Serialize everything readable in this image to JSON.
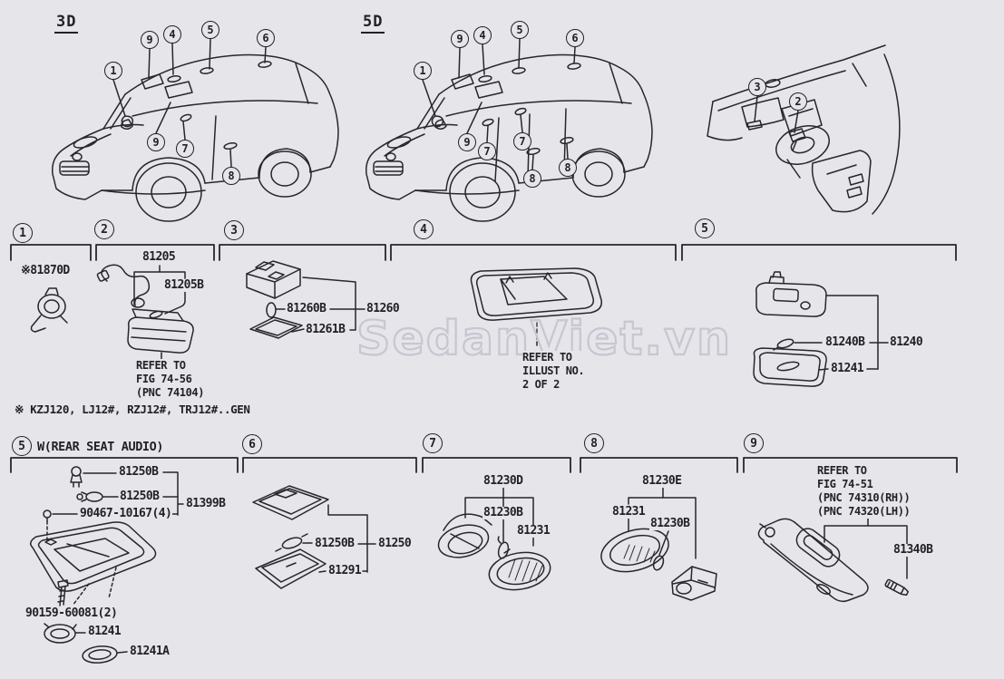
{
  "watermark": "SedanViet.vn",
  "footnote": "※ KZJ120, LJ12#, RZJ12#, TRJ12#..GEN",
  "views": {
    "v3d": {
      "label": "3D",
      "callouts": [
        "9",
        "4",
        "5",
        "6",
        "1",
        "9",
        "7",
        "8"
      ]
    },
    "v5d": {
      "label": "5D",
      "callouts": [
        "9",
        "4",
        "5",
        "6",
        "1",
        "9",
        "7",
        "7",
        "8",
        "8"
      ]
    },
    "dash": {
      "callouts": [
        "3",
        "2"
      ]
    }
  },
  "row1": {
    "s1": {
      "num": "1",
      "part_81870d": "※81870D"
    },
    "s2": {
      "num": "2",
      "part_81205": "81205",
      "part_81205b": "81205B",
      "refer": [
        "REFER TO",
        "FIG 74-56",
        "(PNC 74104)"
      ]
    },
    "s3": {
      "num": "3",
      "part_81260b": "81260B",
      "part_81260": "81260",
      "part_81261b": "81261B"
    },
    "s4": {
      "num": "4",
      "refer": [
        "REFER TO",
        "ILLUST NO.",
        "2 OF 2"
      ]
    },
    "s5": {
      "num": "5",
      "part_81240b": "81240B",
      "part_81240": "81240",
      "part_81241": "81241"
    }
  },
  "row2": {
    "s5": {
      "num": "5",
      "title": "W(REAR SEAT AUDIO)",
      "part_bulb1": "81250B",
      "part_bulb2": "81250B",
      "part_81399b": "81399B",
      "part_screw1": "90467-10167(4)",
      "part_screw2": "90159-60081(2)",
      "part_81241": "81241",
      "part_81241a": "81241A"
    },
    "s6": {
      "num": "6",
      "part_81250b": "81250B",
      "part_81250": "81250",
      "part_81291": "81291"
    },
    "s7": {
      "num": "7",
      "part_81230d": "81230D",
      "part_81230b": "81230B",
      "part_81231": "81231"
    },
    "s8": {
      "num": "8",
      "part_81230e": "81230E",
      "part_81231": "81231",
      "part_81230b": "81230B"
    },
    "s9": {
      "num": "9",
      "refer": [
        "REFER TO",
        "FIG 74-51",
        "(PNC 74310(RH))",
        "(PNC 74320(LH))"
      ],
      "part_81340b": "81340B"
    }
  }
}
